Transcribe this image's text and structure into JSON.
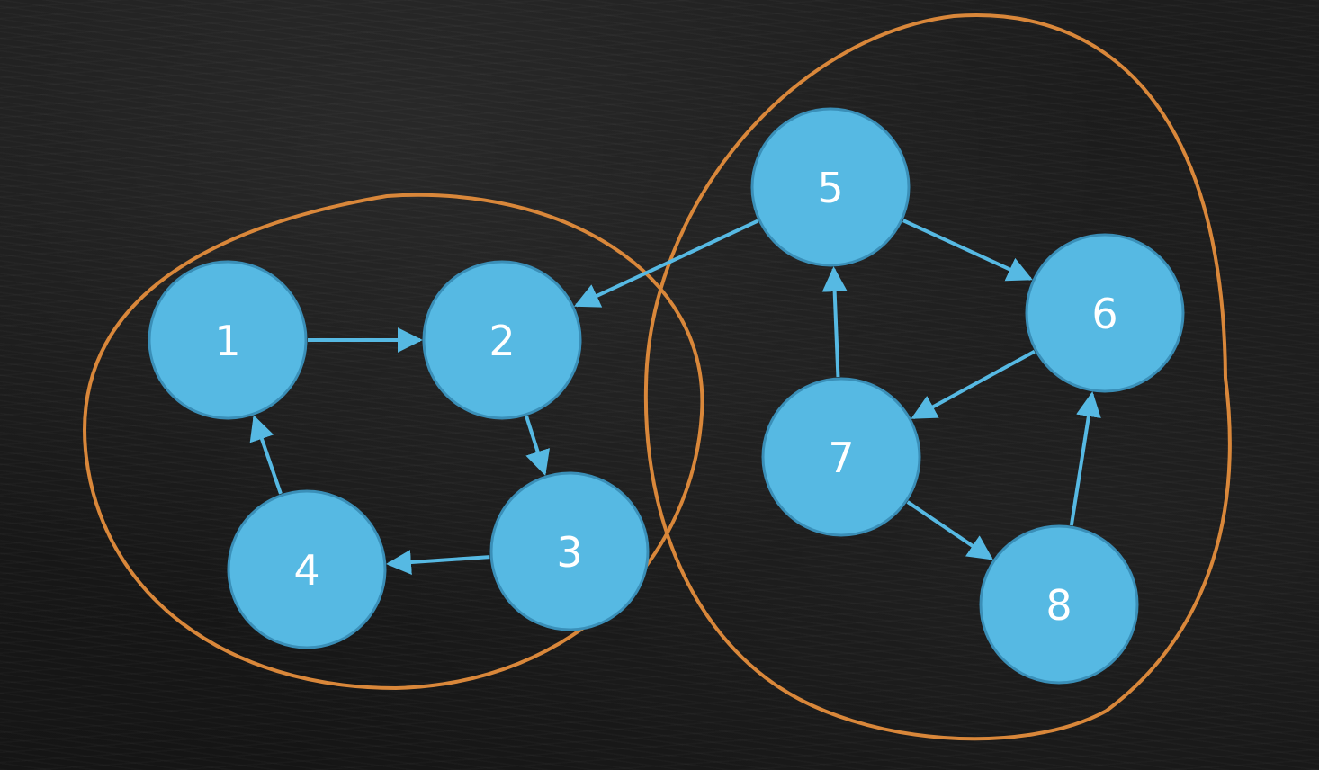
{
  "colors": {
    "node_fill": "#56b9e3",
    "node_stroke": "#3a8fb8",
    "edge": "#56b9e3",
    "group_outline": "#d9873a",
    "label": "#ffffff"
  },
  "nodes": [
    {
      "id": "1",
      "label": "1"
    },
    {
      "id": "2",
      "label": "2"
    },
    {
      "id": "3",
      "label": "3"
    },
    {
      "id": "4",
      "label": "4"
    },
    {
      "id": "5",
      "label": "5"
    },
    {
      "id": "6",
      "label": "6"
    },
    {
      "id": "7",
      "label": "7"
    },
    {
      "id": "8",
      "label": "8"
    }
  ],
  "edges": [
    {
      "from": "1",
      "to": "2"
    },
    {
      "from": "2",
      "to": "3"
    },
    {
      "from": "3",
      "to": "4"
    },
    {
      "from": "4",
      "to": "1"
    },
    {
      "from": "5",
      "to": "2"
    },
    {
      "from": "5",
      "to": "6"
    },
    {
      "from": "6",
      "to": "7"
    },
    {
      "from": "7",
      "to": "5"
    },
    {
      "from": "7",
      "to": "8"
    },
    {
      "from": "8",
      "to": "6"
    }
  ],
  "groups": [
    {
      "id": "component-a",
      "members": [
        "1",
        "2",
        "3",
        "4"
      ]
    },
    {
      "id": "component-b",
      "members": [
        "5",
        "6",
        "7",
        "8"
      ]
    }
  ]
}
